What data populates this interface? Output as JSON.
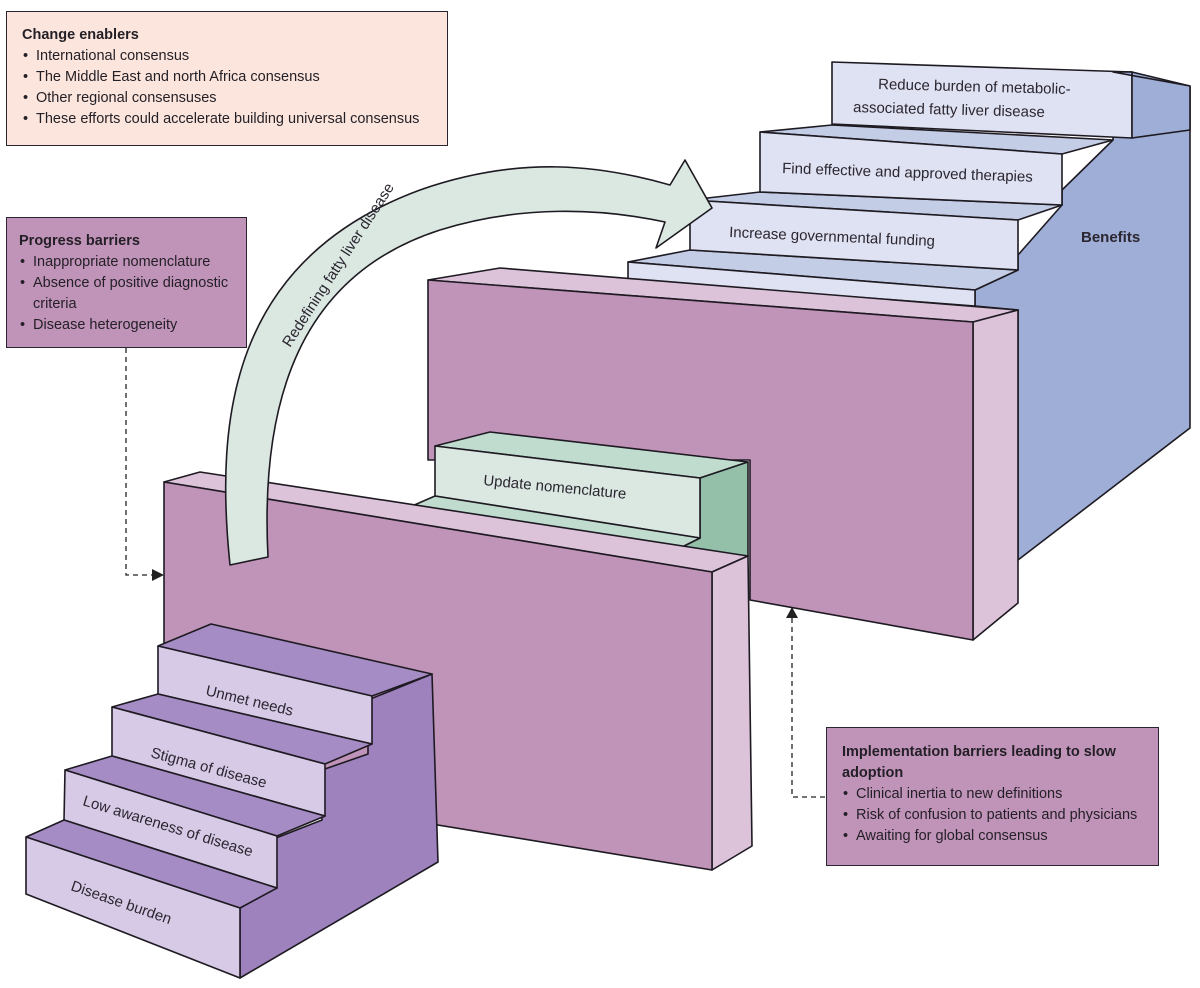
{
  "colors": {
    "enablers_bg": "#fbe5dc",
    "barrier_bg": "#c093b8",
    "wall_front": "#c093b8",
    "wall_light": "#dcc3da",
    "stairs_front": "#d7cae6",
    "stairs_side": "#9d82bd",
    "stairs_top": "#a68cc4",
    "green_front": "#dbe8e2",
    "green_top": "#c0dccf",
    "green_side": "#94c0aa",
    "blue_front": "#dfe2f2",
    "blue_top": "#c4cde6",
    "blue_side": "#9eaed6",
    "arrow_fill": "#dbe8e2"
  },
  "change_enablers": {
    "title": "Change enablers",
    "items": [
      "International consensus",
      "The Middle East and north Africa consensus",
      "Other regional consensuses",
      "These efforts could accelerate building universal consensus"
    ]
  },
  "progress_barriers": {
    "title": "Progress barriers",
    "items": [
      "Inappropriate nomenclature",
      "Absence of positive diagnostic criteria",
      "Disease heterogeneity"
    ]
  },
  "implementation_barriers": {
    "title": "Implementation barriers leading to slow adoption",
    "items": [
      "Clinical inertia to new definitions",
      "Risk of confusion to patients and physicians",
      "Awaiting for global consensus"
    ]
  },
  "arrow": {
    "label": "Redefining fatty liver disease"
  },
  "lower_stairs": {
    "steps": [
      "Disease burden",
      "Low awareness of disease",
      "Stigma of disease",
      "Unmet needs"
    ]
  },
  "middle_step": {
    "label": "Update nomenclature"
  },
  "benefits": {
    "label": "Benefits",
    "steps": [
      "Increase governmental funding",
      "Find effective and approved therapies",
      "Reduce burden of metabolic-",
      "associated fatty liver disease"
    ]
  }
}
